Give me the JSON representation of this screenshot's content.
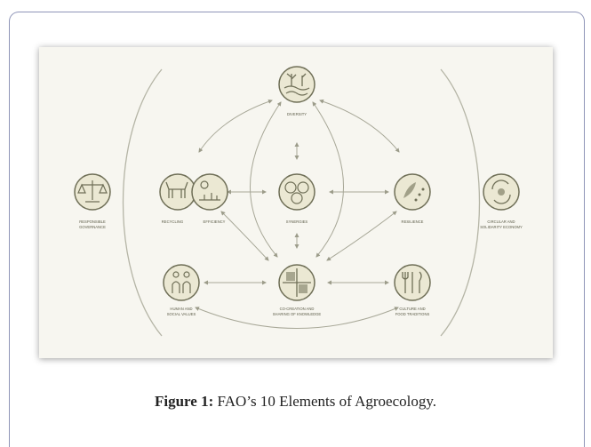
{
  "figure": {
    "elements": {
      "diversity": "DIVERSITY",
      "synergies": "SYNERGIES",
      "recycling": "RECYCLING",
      "efficiency": "EFFICIENCY",
      "resilience": "RESILIENCE",
      "governance": [
        "RESPONSIBLE",
        "GOVERNANCE"
      ],
      "circular": [
        "CIRCULAR AND",
        "SOLIDARITY ECONOMY"
      ],
      "human": [
        "HUMAN AND",
        "SOCIAL VALUES"
      ],
      "cocreation": [
        "CO-CREATION AND",
        "SHARING OF KNOWLEDGE"
      ],
      "culture": [
        "CULTURE AND",
        "FOOD TRADITIONS"
      ]
    },
    "colors": {
      "icon_fill": "#ebe8d3",
      "ink": "#6f6f57",
      "line": "#a8a898"
    }
  },
  "caption": {
    "label": "Figure 1:",
    "text": " FAO’s 10 Elements of Agroecology."
  }
}
